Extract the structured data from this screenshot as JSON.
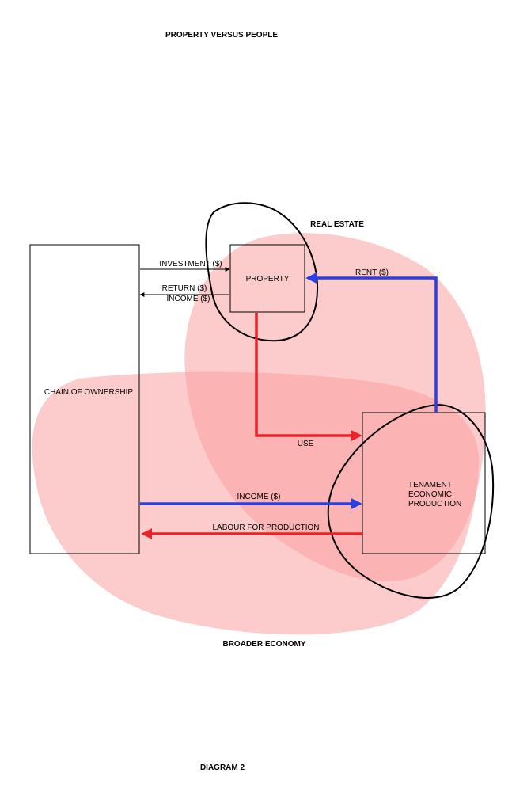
{
  "title": "PROPERTY VERSUS PEOPLE",
  "footer": "DIAGRAM 2",
  "regions": {
    "real_estate": "REAL ESTATE",
    "broader_economy": "BROADER ECONOMY"
  },
  "nodes": {
    "chain_of_ownership": "CHAIN OF OWNERSHIP",
    "property": "PROPERTY",
    "tenament": [
      "TENAMENT",
      "ECONOMIC",
      "PRODUCTION"
    ]
  },
  "flows": {
    "investment": "INVESTMENT ($)",
    "return": "RETURN ($)",
    "income_return": "INCOME ($)",
    "rent": "RENT ($)",
    "use": "USE",
    "income": "INCOME ($)",
    "labour": "LABOUR FOR PRODUCTION"
  },
  "colors": {
    "blob": "#f9a0a0",
    "red_flow": "#e8242a",
    "blue_flow": "#2b3fe6",
    "outline": "#000000"
  }
}
